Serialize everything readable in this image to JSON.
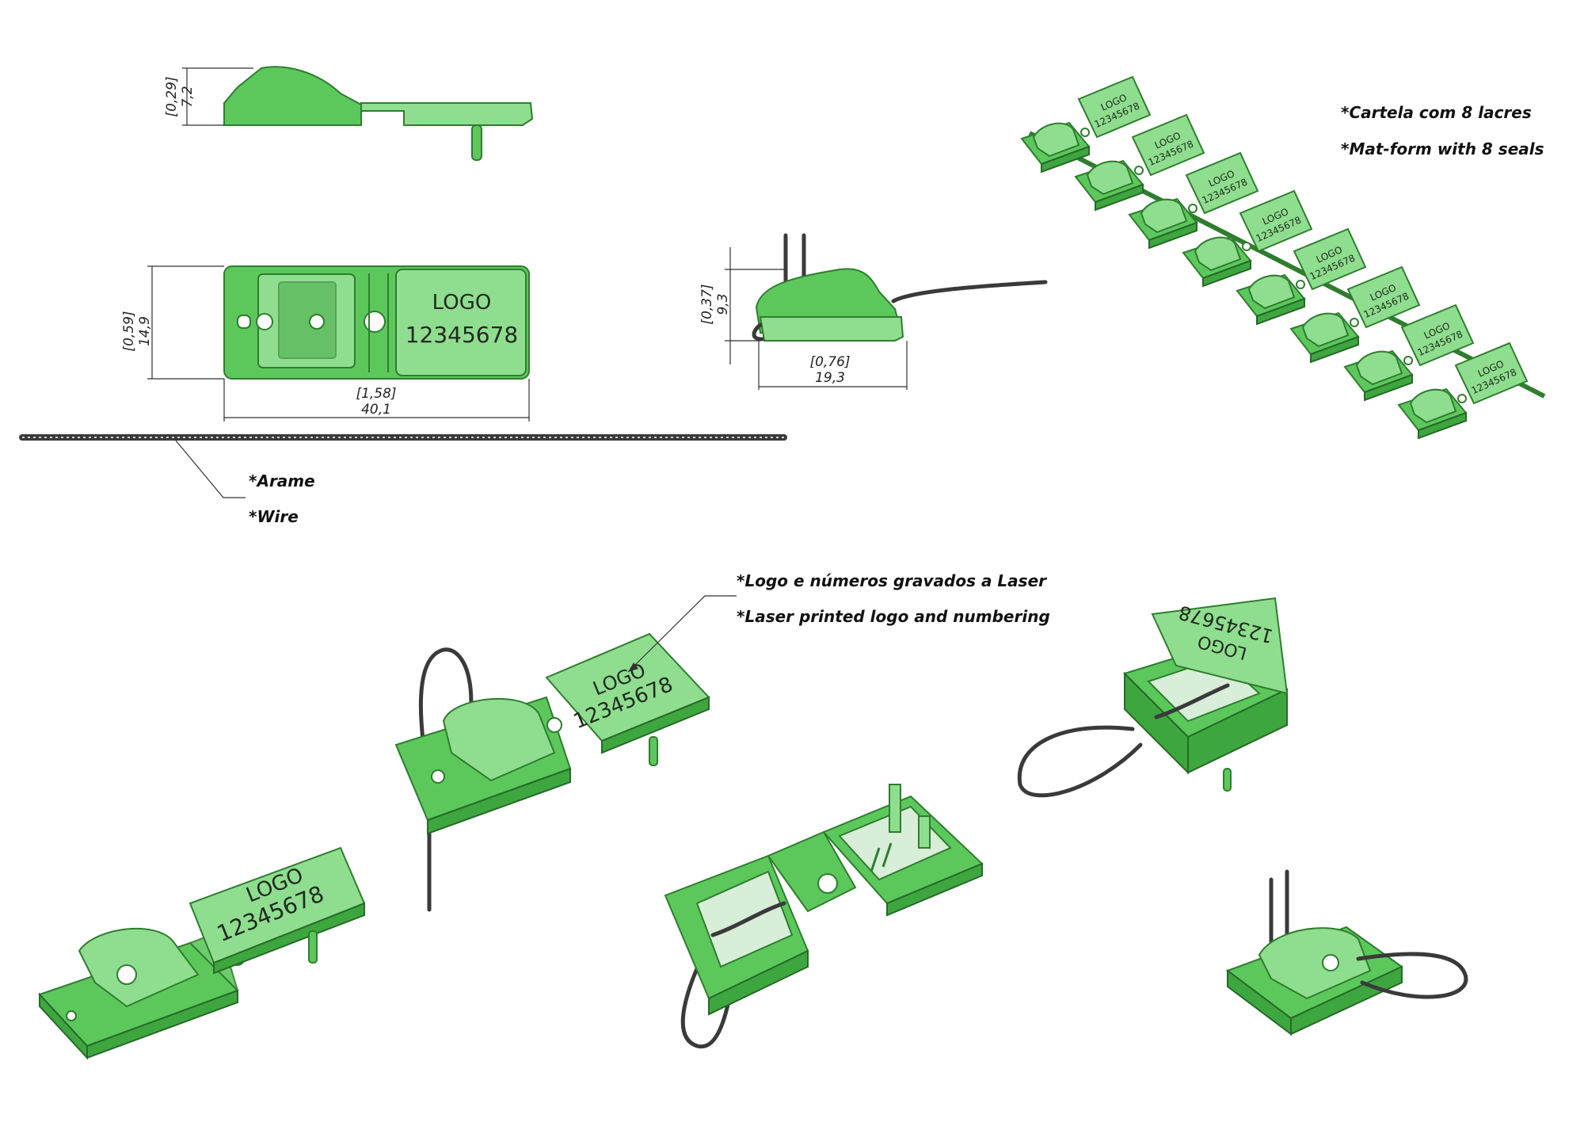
{
  "dimensions": {
    "side_height_in": "[0,29]",
    "side_height_mm": "7,2",
    "top_width_in": "[0,59]",
    "top_width_mm": "14,9",
    "top_length_in": "[1,58]",
    "top_length_mm": "40,1",
    "closed_height_in": "[0,37]",
    "closed_height_mm": "9,3",
    "closed_length_in": "[0,76]",
    "closed_length_mm": "19,3"
  },
  "engraving": {
    "logo": "LOGO",
    "number": "12345678"
  },
  "notes": {
    "wire_pt": "*Arame",
    "wire_en": "*Wire",
    "laser_pt": "*Logo e números gravados a Laser",
    "laser_en": "*Laser printed logo and numbering",
    "matform_pt": "*Cartela com 8 lacres",
    "matform_en": "*Mat-form with 8 seals"
  },
  "colors": {
    "seal_green": "#5cc85c",
    "seal_outline": "#2f7d2f",
    "wire": "#3a3a3a"
  },
  "mat_form_count": 8
}
